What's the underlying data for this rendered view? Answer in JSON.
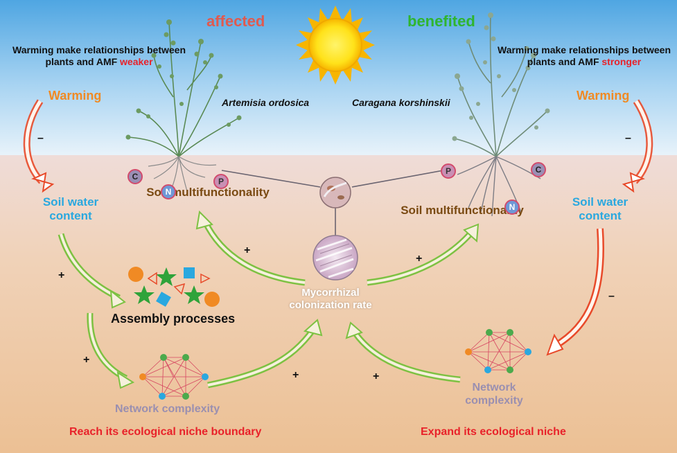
{
  "labels": {
    "affected": "affected",
    "benefited": "benefited",
    "note_left_main": "Warming make relationships between plants and AMF",
    "note_left_emph": "weaker",
    "note_right_main": "Warming make relationships between plants and AMF",
    "note_right_emph": "stronger",
    "warming": "Warming",
    "species_left": "Artemisia ordosica",
    "species_right": "Caragana korshinskii",
    "soil_water_content": "Soil water content",
    "soil_multifunctionality": "Soil multifunctionality",
    "mycorrhizal_colonization_rate": "Mycorrhizal colonization rate",
    "assembly_processes": "Assembly processes",
    "network_complexity": "Network complexity",
    "footer_left": "Reach its ecological niche boundary",
    "footer_right": "Expand its ecological niche"
  },
  "signs": {
    "minus": "–",
    "plus": "+"
  },
  "nutrients": {
    "c": "C",
    "n": "N",
    "p": "P"
  },
  "colors": {
    "affected": "#e05a4f",
    "benefited": "#2fb52f",
    "warming": "#f08a24",
    "soil_water": "#2aa8df",
    "soil_multi": "#7a4a12",
    "emphasis": "#e8222a",
    "network": "#9a8fb0",
    "positive_arrow": "#7dc142",
    "negative_arrow": "#e84a2a",
    "sky_top": "#4fa6e2",
    "soil": "#ecc49c"
  }
}
